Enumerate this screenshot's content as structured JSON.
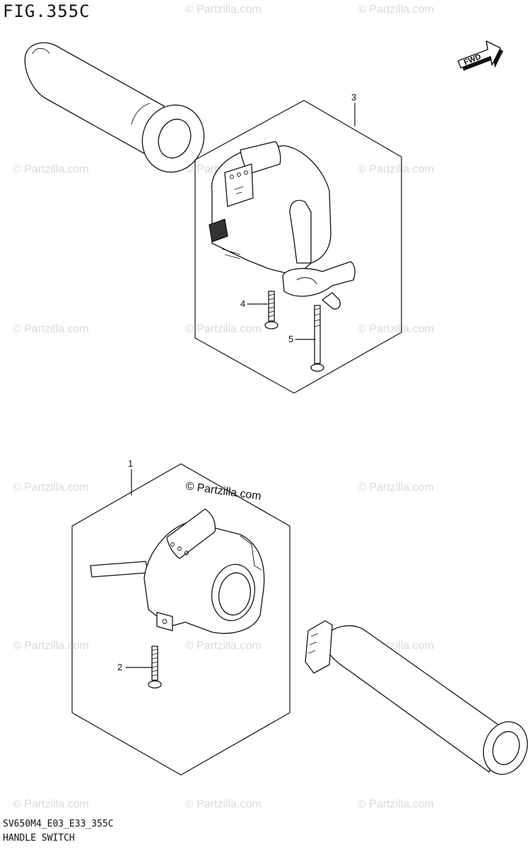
{
  "figure": {
    "title": "FIG.355C",
    "footer_code": "SV650M4_E03_E33_355C",
    "footer_name": "HANDLE SWITCH"
  },
  "fwd_label": "FWD",
  "callouts": [
    {
      "id": "callout-1",
      "label": "1"
    },
    {
      "id": "callout-2",
      "label": "2"
    },
    {
      "id": "callout-3",
      "label": "3"
    },
    {
      "id": "callout-4",
      "label": "4"
    },
    {
      "id": "callout-5",
      "label": "5"
    }
  ],
  "watermark": {
    "text": "© Partzilla.com",
    "main_text": "© Partzilla.com"
  }
}
